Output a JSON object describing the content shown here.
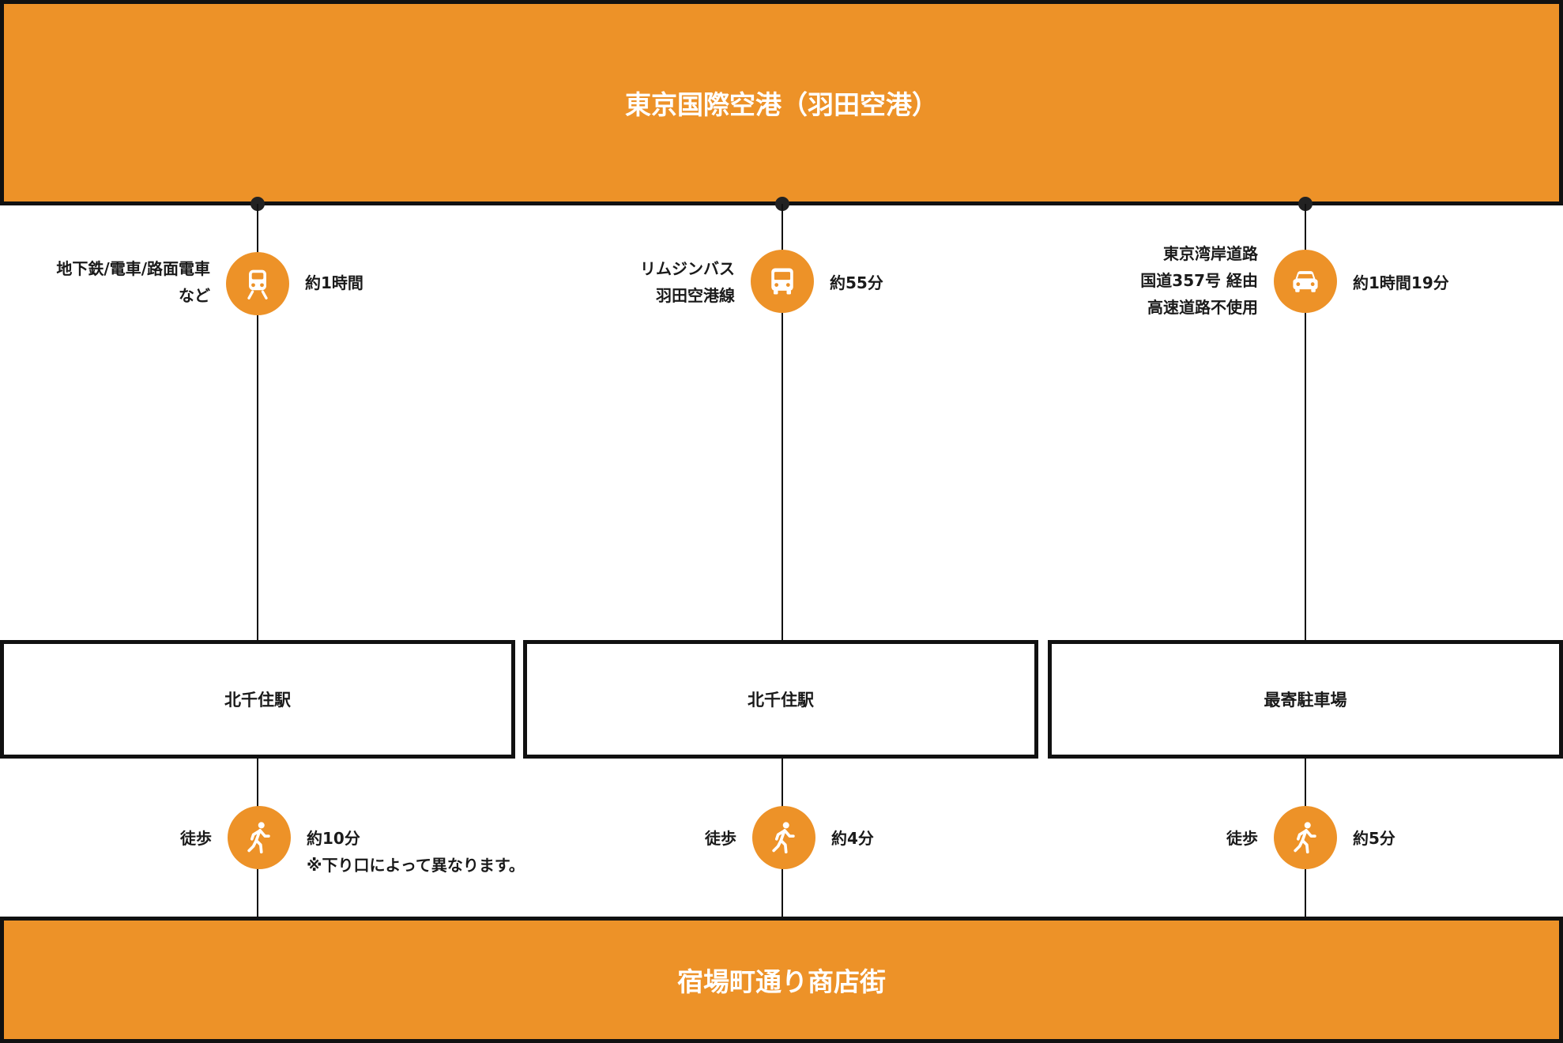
{
  "origin": {
    "label": "東京国際空港（羽田空港）"
  },
  "destination": {
    "label": "宿場町通り商店街"
  },
  "routes": [
    {
      "mode": "train",
      "mode_icon": "train-icon",
      "mode_lines": [
        "地下鉄/電車/路面電車",
        "など"
      ],
      "mode_time": [
        "約1時間"
      ],
      "station": "北千住駅",
      "walk_label": "徒歩",
      "walk_icon": "walking-person-icon",
      "walk_time": [
        "約10分",
        "※下り口によって異なります。"
      ]
    },
    {
      "mode": "bus",
      "mode_icon": "bus-icon",
      "mode_lines": [
        "リムジンバス",
        "羽田空港線"
      ],
      "mode_time": [
        "約55分"
      ],
      "station": "北千住駅",
      "walk_label": "徒歩",
      "walk_icon": "walking-person-icon",
      "walk_time": [
        "約4分"
      ]
    },
    {
      "mode": "car",
      "mode_icon": "car-icon",
      "mode_lines": [
        "東京湾岸道路",
        "国道357号 経由",
        "高速道路不使用"
      ],
      "mode_time": [
        "約1時間19分"
      ],
      "station": "最寄駐車場",
      "walk_label": "徒歩",
      "walk_icon": "walking-person-icon",
      "walk_time": [
        "約5分"
      ]
    }
  ],
  "colors": {
    "accent": "#ED9228",
    "border": "#111111"
  }
}
